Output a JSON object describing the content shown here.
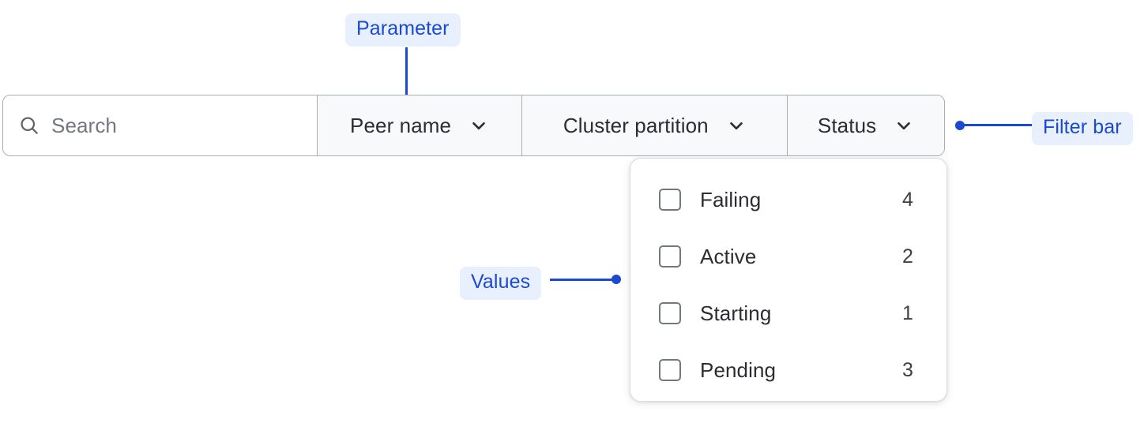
{
  "annotations": {
    "parameter": "Parameter",
    "filter_bar": "Filter bar",
    "values": "Values"
  },
  "filter_bar": {
    "search": {
      "icon": "search-icon",
      "value": "",
      "placeholder": "Search"
    },
    "chips": [
      {
        "label": "Peer name",
        "icon": "chevron-down-icon"
      },
      {
        "label": "Cluster partition",
        "icon": "chevron-down-icon"
      },
      {
        "label": "Status",
        "icon": "chevron-down-icon"
      }
    ]
  },
  "values_panel": {
    "options": [
      {
        "label": "Failing",
        "count": "4",
        "checked": false
      },
      {
        "label": "Active",
        "count": "2",
        "checked": false
      },
      {
        "label": "Starting",
        "count": "1",
        "checked": false
      },
      {
        "label": "Pending",
        "count": "3",
        "checked": false
      }
    ]
  },
  "colors": {
    "accent": "#1a49d4",
    "badge_bg": "#e8f0fe",
    "bar_border": "#a9abb6",
    "chip_bg": "#f8f9fa",
    "panel_border": "#dadce0",
    "text": "#2b2d33",
    "placeholder": "#74777f"
  }
}
